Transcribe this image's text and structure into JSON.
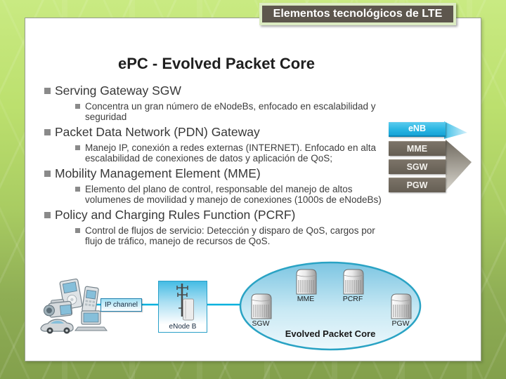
{
  "slide": {
    "header_title": "Elementos tecnológicos de LTE",
    "title": "ePC - Evolved Packet Core",
    "bullets": [
      {
        "label": "Serving Gateway SGW",
        "sub": [
          "Concentra un gran número de eNodeBs, enfocado en escalabilidad y seguridad"
        ]
      },
      {
        "label": "Packet Data Network (PDN) Gateway",
        "sub": [
          "Manejo IP, conexión a redes externas (INTERNET). Enfocado en alta escalabilidad de conexiones de datos y aplicación de QoS;"
        ]
      },
      {
        "label": "Mobility Management Element (MME)",
        "sub": [
          "Elemento del plano de control, responsable del manejo de altos volumenes de movilidad y manejo de conexiones (1000s de eNodeBs)"
        ]
      },
      {
        "label": "Policy and Charging Rules Function (PCRF)",
        "sub": [
          "Control de flujos de servicio: Detección y disparo de QoS, cargos por flujo de tráfico, manejo de recursos de QoS."
        ]
      }
    ],
    "stack": {
      "highlight_label": "eNB",
      "items": [
        "MME",
        "SGW",
        "PGW"
      ]
    },
    "diagram": {
      "ip_channel_label": "IP channel",
      "enodeb_label": "eNode B",
      "core_label": "Evolved Packet Core",
      "core_servers": [
        "MME",
        "PCRF",
        "SGW",
        "PGW"
      ]
    },
    "colors": {
      "background_green_top": "#c9ea82",
      "background_green_bottom": "#83a04c",
      "header_fill": "#5d564d",
      "header_border": "#dcebc2",
      "accent_cyan": "#29b5e2",
      "box_taupe": "#655e54",
      "line_cyan": "#00b1de",
      "ellipse_border": "#2aa3c4",
      "bullet_gray": "#8a8a8a"
    }
  }
}
